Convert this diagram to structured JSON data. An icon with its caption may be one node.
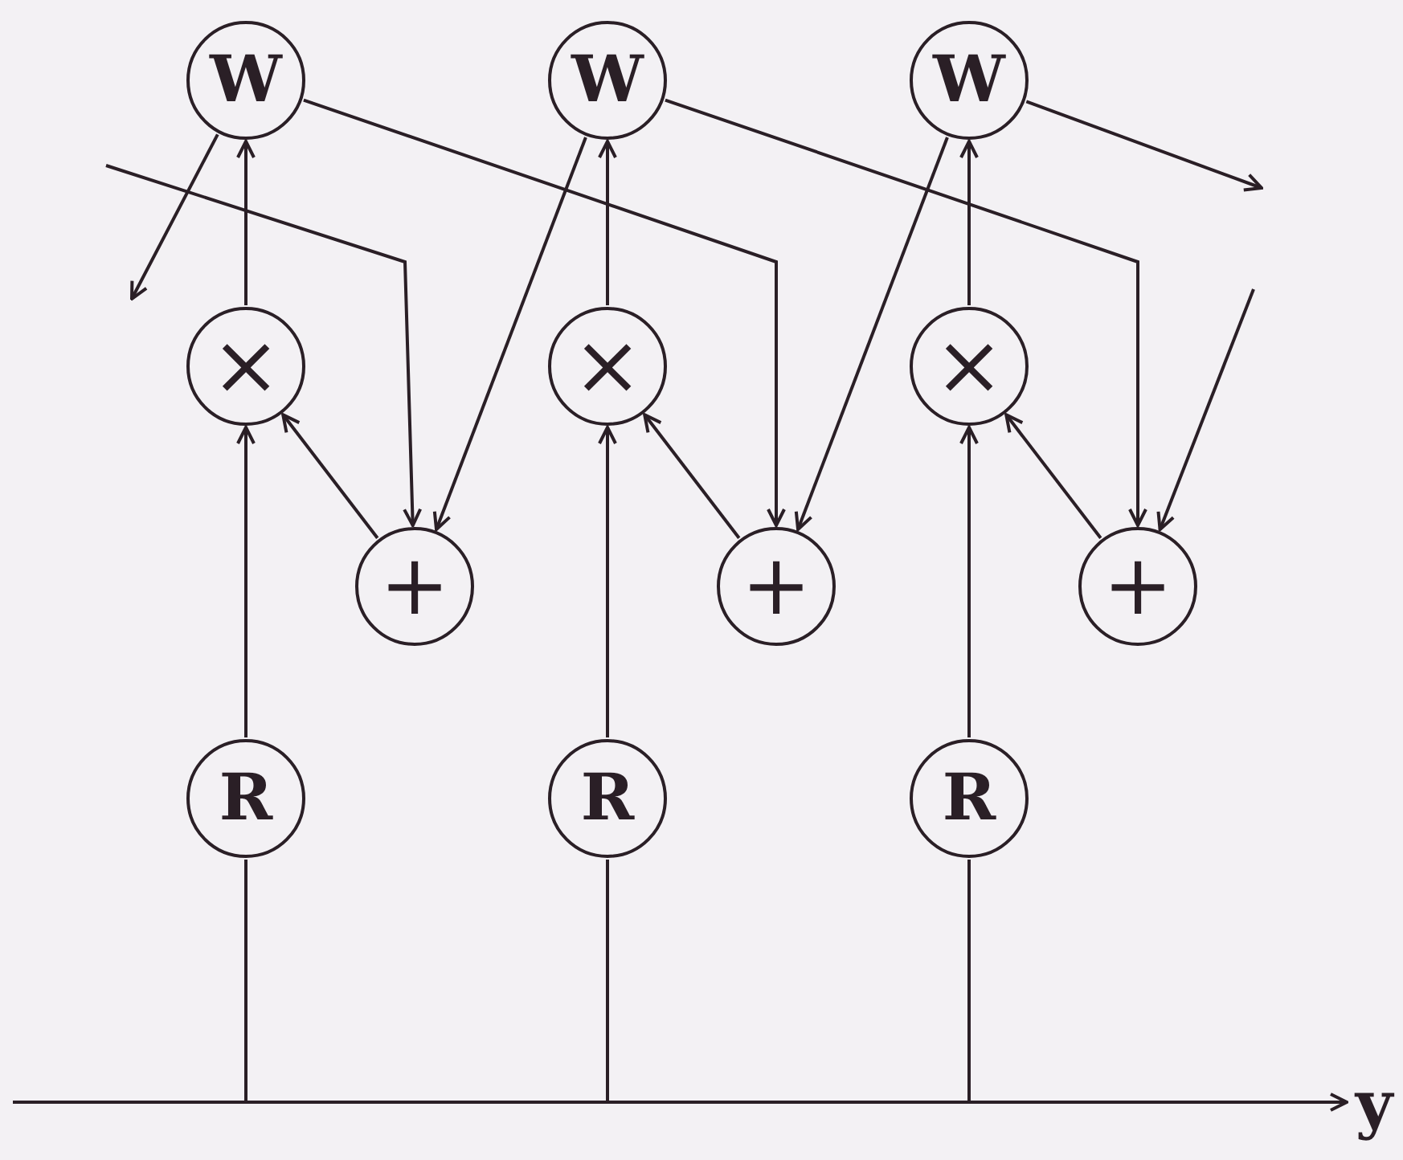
{
  "diagram": {
    "nodes": [
      {
        "text": [
          "W"
        ]
      },
      {
        "text": [
          "×"
        ]
      },
      {
        "text": [
          "+"
        ]
      },
      {
        "text": [
          "R"
        ]
      },
      {
        "text": [
          "W"
        ]
      },
      {
        "text": [
          "×"
        ]
      },
      {
        "text": [
          "+"
        ]
      },
      {
        "text": [
          "R"
        ]
      },
      {
        "text": [
          "W"
        ]
      },
      {
        "text": [
          "×"
        ]
      },
      {
        "text": [
          "+"
        ]
      },
      {
        "text": [
          "R"
        ]
      },
      {
        "text": [
          "y"
        ]
      }
    ],
    "edges": [
      {
        "from": null,
        "to": 12,
        "arrow": "to"
      },
      {
        "from": null,
        "to": 3,
        "arrow": "none"
      },
      {
        "from": null,
        "to": 7,
        "arrow": "none"
      },
      {
        "from": null,
        "to": 11,
        "arrow": "none"
      },
      {
        "from": 3,
        "to": 1,
        "arrow": "to"
      },
      {
        "from": 7,
        "to": 5,
        "arrow": "to"
      },
      {
        "from": 11,
        "to": 9,
        "arrow": "to"
      },
      {
        "from": 1,
        "to": 0,
        "arrow": "to"
      },
      {
        "from": 5,
        "to": 4,
        "arrow": "to"
      },
      {
        "from": 9,
        "to": 8,
        "arrow": "to"
      },
      {
        "from": 2,
        "to": 1,
        "arrow": "to"
      },
      {
        "from": 6,
        "to": 5,
        "arrow": "to"
      },
      {
        "from": 10,
        "to": 9,
        "arrow": "to"
      },
      {
        "from": 0,
        "to": null,
        "arrow": "to"
      },
      {
        "from": null,
        "to": 2,
        "arrow": "to"
      },
      {
        "from": 0,
        "to": 6,
        "arrow": "to"
      },
      {
        "from": 4,
        "to": 10,
        "arrow": "to"
      },
      {
        "from": 4,
        "to": 2,
        "arrow": "to"
      },
      {
        "from": 8,
        "to": 6,
        "arrow": "to"
      },
      {
        "from": 8,
        "to": null,
        "arrow": "to"
      },
      {
        "from": null,
        "to": 10,
        "arrow": "to"
      }
    ]
  }
}
